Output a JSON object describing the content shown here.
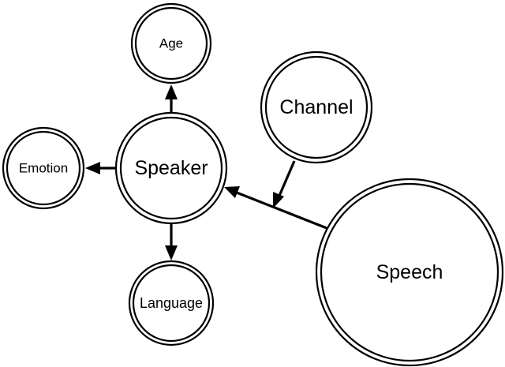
{
  "diagram": {
    "nodes": {
      "age": {
        "label": "Age"
      },
      "emotion": {
        "label": "Emotion"
      },
      "speaker": {
        "label": "Speaker"
      },
      "language": {
        "label": "Language"
      },
      "channel": {
        "label": "Channel"
      },
      "speech": {
        "label": "Speech"
      }
    },
    "edges": [
      {
        "from": "Speaker",
        "to": "Age"
      },
      {
        "from": "Speaker",
        "to": "Emotion"
      },
      {
        "from": "Speaker",
        "to": "Language"
      },
      {
        "from": "Speech",
        "to": "Speaker"
      },
      {
        "from": "Channel",
        "to": "Speech-Speaker edge"
      }
    ],
    "colors": {
      "stroke": "#000000",
      "fill": "#ffffff"
    }
  }
}
